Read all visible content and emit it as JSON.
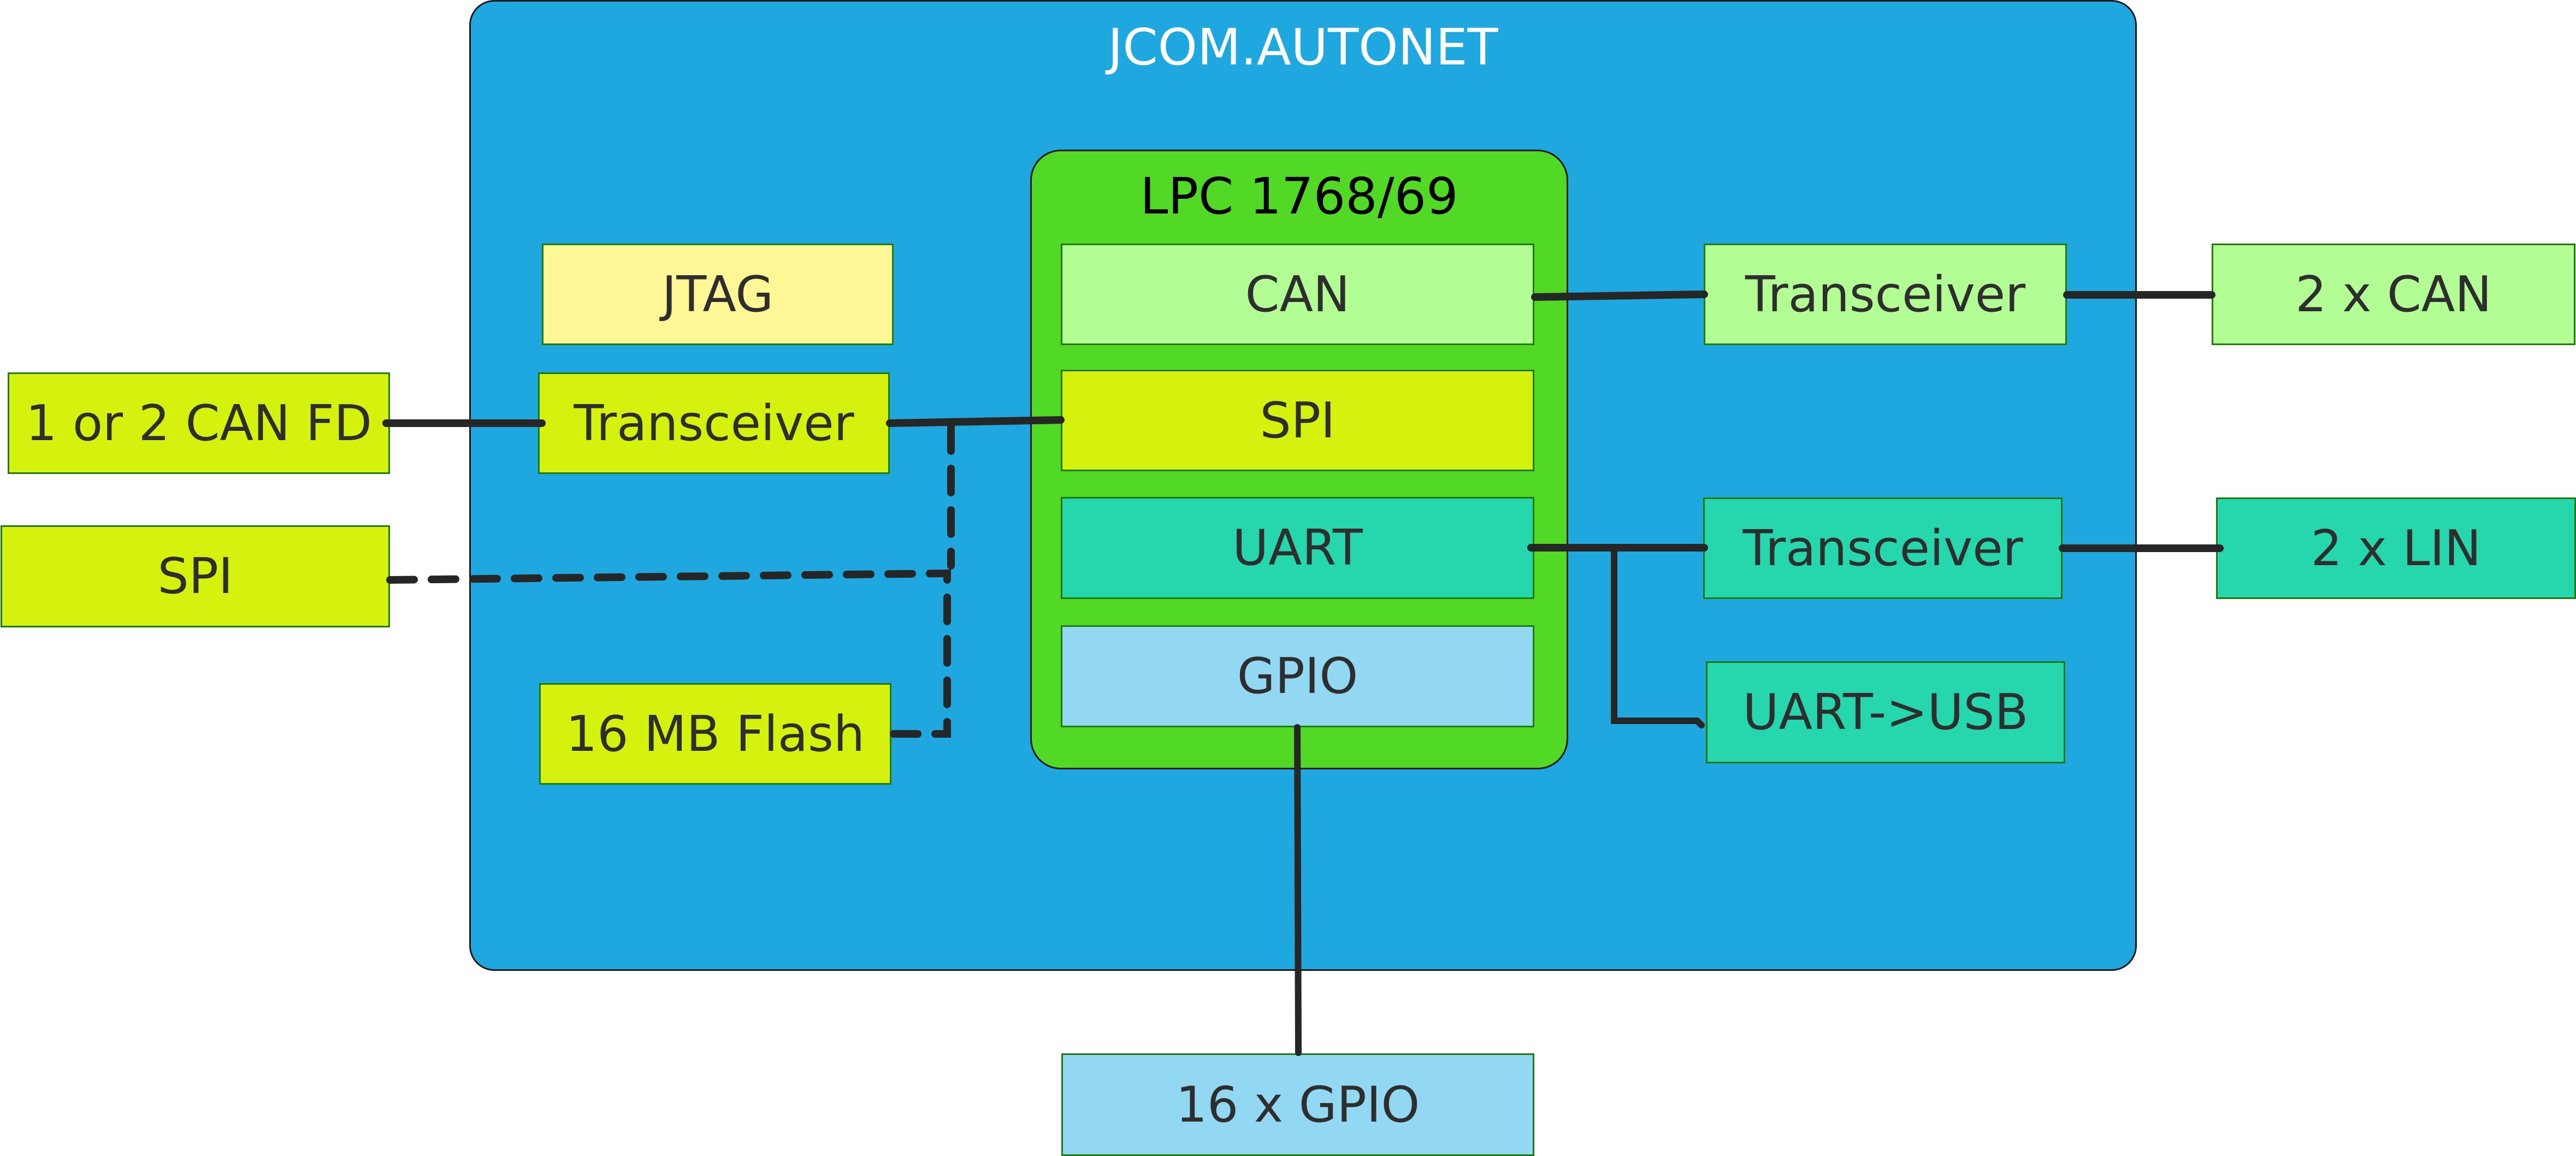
{
  "board": {
    "title": "JCOM.AUTONET",
    "color": "#1fa8e0"
  },
  "mcu": {
    "title": "LPC 1768/69",
    "color": "#52d926",
    "peripherals": [
      {
        "id": "can",
        "label": "CAN",
        "color": "#b2fe95"
      },
      {
        "id": "spi",
        "label": "SPI",
        "color": "#d5f20e"
      },
      {
        "id": "uart",
        "label": "UART",
        "color": "#26d7ae"
      },
      {
        "id": "gpio",
        "label": "GPIO",
        "color": "#93d8f3"
      }
    ]
  },
  "internal_blocks": {
    "jtag": {
      "label": "JTAG",
      "color": "#fff796"
    },
    "canfd_transceiver": {
      "label": "Transceiver",
      "color": "#d5f20e"
    },
    "flash": {
      "label": "16 MB Flash",
      "color": "#d5f20e"
    },
    "can_transceiver": {
      "label": "Transceiver",
      "color": "#b2fe95"
    },
    "lin_transceiver": {
      "label": "Transceiver",
      "color": "#26d7ae"
    },
    "uart_usb": {
      "label": "UART->USB",
      "color": "#26d7ae"
    }
  },
  "external_blocks": {
    "canfd": {
      "label": "1 or 2 CAN FD",
      "color": "#d5f20e"
    },
    "spi": {
      "label": "SPI",
      "color": "#d5f20e"
    },
    "can": {
      "label": "2 x CAN",
      "color": "#b2fe95"
    },
    "lin": {
      "label": "2 x LIN",
      "color": "#26d7ae"
    },
    "gpio": {
      "label": "16 x GPIO",
      "color": "#93d8f3"
    }
  },
  "connections": [
    {
      "from": "external_blocks.canfd",
      "to": "internal_blocks.canfd_transceiver",
      "style": "solid"
    },
    {
      "from": "internal_blocks.canfd_transceiver",
      "to": "mcu.spi",
      "style": "solid"
    },
    {
      "from": "external_blocks.spi",
      "to": "mcu.spi",
      "style": "dashed"
    },
    {
      "from": "internal_blocks.flash",
      "to": "mcu.spi",
      "style": "dashed"
    },
    {
      "from": "mcu.can",
      "to": "internal_blocks.can_transceiver",
      "style": "solid"
    },
    {
      "from": "internal_blocks.can_transceiver",
      "to": "external_blocks.can",
      "style": "solid"
    },
    {
      "from": "mcu.uart",
      "to": "internal_blocks.lin_transceiver",
      "style": "solid"
    },
    {
      "from": "mcu.uart",
      "to": "internal_blocks.uart_usb",
      "style": "solid"
    },
    {
      "from": "internal_blocks.lin_transceiver",
      "to": "external_blocks.lin",
      "style": "solid"
    },
    {
      "from": "mcu.gpio",
      "to": "external_blocks.gpio",
      "style": "solid"
    }
  ]
}
